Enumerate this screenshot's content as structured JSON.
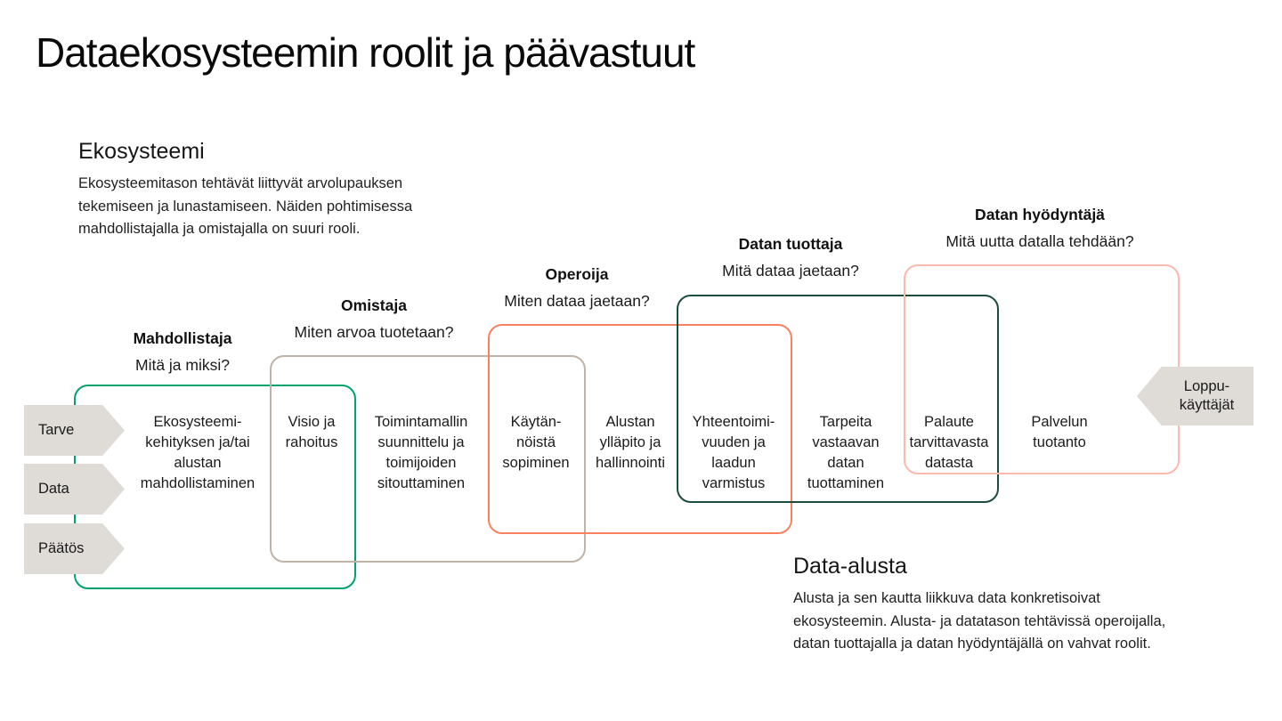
{
  "page": {
    "title": "Dataekosysteemin roolit ja päävastuut"
  },
  "notes": {
    "ecosystem": {
      "heading": "Ekosysteemi",
      "body": "Ekosysteemitason tehtävät liittyvät arvolupauksen tekemiseen ja lunastamiseen. Näiden pohtimisessa mahdollistajalla ja omistajalla on suuri rooli."
    },
    "platform": {
      "heading": "Data-alusta",
      "body": "Alusta ja sen kautta liikkuva data konkretisoivat ekosysteemin. Alusta- ja datatason tehtävissä operoijalla, datan tuottajalla ja datan hyödyntäjällä on vahvat roolit."
    }
  },
  "roles": [
    {
      "name": "Mahdollistaja",
      "question": "Mitä ja miksi?",
      "border_color": "#00a36c"
    },
    {
      "name": "Omistaja",
      "question": "Miten arvoa tuotetaan?",
      "border_color": "#bfb2a6"
    },
    {
      "name": "Operoija",
      "question": "Miten dataa jaetaan?",
      "border_color": "#f8815f"
    },
    {
      "name": "Datan tuottaja",
      "question": "Mitä dataa jaetaan?",
      "border_color": "#1c4c3e"
    },
    {
      "name": "Datan hyödyntäjä",
      "question": "Mitä uutta datalla tehdään?",
      "border_color": "#fcb9ae"
    }
  ],
  "tasks": [
    {
      "label": "Ekosysteemi-\nkehityksen ja/tai\nalustan\nmahdollistaminen"
    },
    {
      "label": "Visio ja\nrahoitus"
    },
    {
      "label": "Toimintamallin\nsuunnittelu ja\ntoimijoiden\nsitouttaminen"
    },
    {
      "label": "Käytän-\nnöistä\nsopiminen"
    },
    {
      "label": "Alustan\nylläpito ja\nhallinnointi"
    },
    {
      "label": "Yhteentoimi-\nvuuden ja\nlaadun\nvarmistus"
    },
    {
      "label": "Tarpeita\nvastaavan\ndatan\ntuottaminen"
    },
    {
      "label": "Palaute\ntarvittavasta\ndatasta"
    },
    {
      "label": "Palvelun\ntuotanto"
    }
  ],
  "flow_inputs": [
    {
      "label": "Tarve"
    },
    {
      "label": "Data"
    },
    {
      "label": "Päätös"
    }
  ],
  "end_users": {
    "label": "Loppu-\nkäyttäjät"
  },
  "colors": {
    "arrow_fill": "#dfdbd7",
    "text": "#141414"
  }
}
